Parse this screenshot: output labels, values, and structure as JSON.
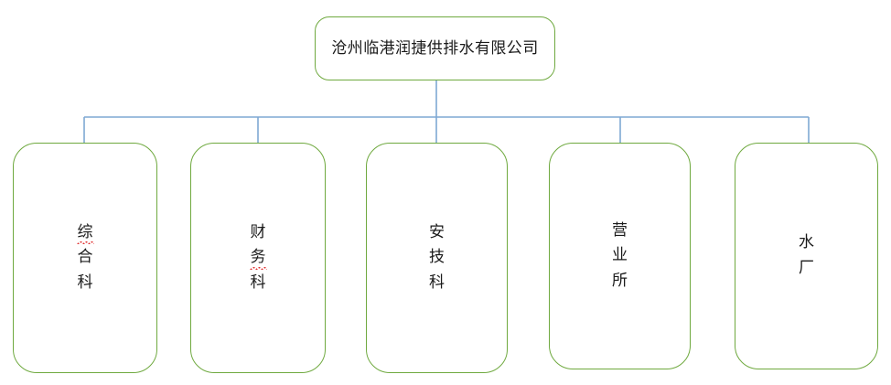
{
  "diagram": {
    "type": "org-chart",
    "orientation": "top-down",
    "colors": {
      "node_border": "#6FA93F",
      "node_fill": "#FFFFFF",
      "connector": "#7FA8D4",
      "text": "#1A1A1A",
      "spellcheck_underline": "#E03030"
    },
    "root": {
      "label": "沧州临港润捷供排水有限公司",
      "text_orientation": "horizontal"
    },
    "children": [
      {
        "label": "综合科",
        "chars": [
          "综",
          "合",
          "科"
        ],
        "misspelled_index": 0,
        "text_orientation": "vertical"
      },
      {
        "label": "财务科",
        "chars": [
          "财",
          "务",
          "科"
        ],
        "misspelled_index": 1,
        "text_orientation": "vertical"
      },
      {
        "label": "安技科",
        "chars": [
          "安",
          "技",
          "科"
        ],
        "misspelled_index": -1,
        "text_orientation": "vertical"
      },
      {
        "label": "营业所",
        "chars": [
          "营",
          "业",
          "所"
        ],
        "misspelled_index": -1,
        "text_orientation": "vertical"
      },
      {
        "label": "水厂",
        "chars": [
          "水",
          "厂"
        ],
        "misspelled_index": -1,
        "text_orientation": "vertical"
      }
    ]
  }
}
